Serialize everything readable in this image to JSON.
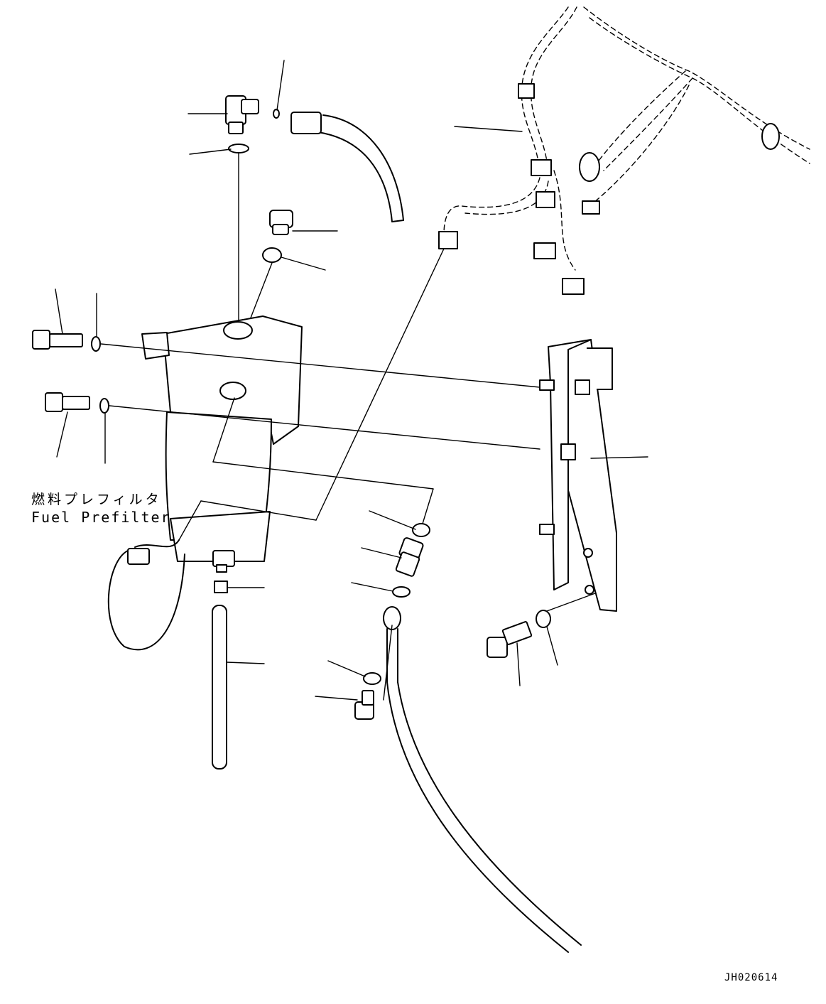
{
  "labels": {
    "part_name_jp": "燃料プレフィルタ",
    "part_name_en": "Fuel Prefilter",
    "drawing_number": "JH020614"
  }
}
